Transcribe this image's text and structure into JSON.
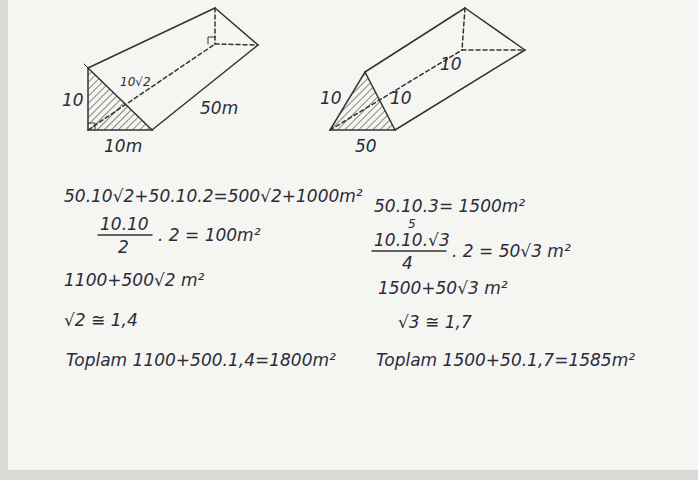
{
  "diagram": {
    "labels": [
      "10",
      "10√2",
      "50m",
      "10m",
      "10",
      "10",
      "50",
      "10",
      "50.10√2+50.10.2=500√2+1000m²",
      "10.10",
      "2",
      ". 2 = 100m²",
      "1100+500√2 m²",
      "√2 ≅ 1,4",
      "Toplam 1100+500.1,4=1800m²",
      "50.10.3= 1500m²",
      "5",
      "10.10.√3",
      "4",
      ". 2 = 50√3 m²",
      "1500+50√3 m²",
      "√3 ≅ 1,7",
      "Toplam 1500+50.1,7=1585m²"
    ]
  }
}
